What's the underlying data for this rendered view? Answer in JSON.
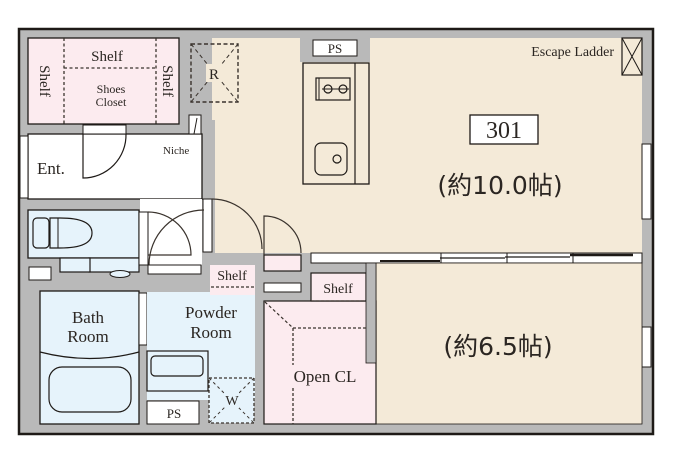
{
  "floor_plan": {
    "unit_number": "301",
    "colors": {
      "wall": "#b9b9b9",
      "outline": "#1e1a17",
      "living_floor": "#f4ead8",
      "storage_pink": "#fcebef",
      "wet_blue": "#e6f3fb",
      "entrance_white": "#ffffff"
    },
    "rooms": {
      "main_room": {
        "label": "(約10.0帖)",
        "area_jo": 10.0
      },
      "second_room": {
        "label": "(約6.5帖)",
        "area_jo": 6.5
      },
      "entrance": {
        "label": "Ent."
      },
      "bath": {
        "line1": "Bath",
        "line2": "Room"
      },
      "powder": {
        "line1": "Powder",
        "line2": "Room"
      },
      "open_closet": {
        "label": "Open CL"
      },
      "shoes_closet": {
        "line1": "Shoes",
        "line2": "Closet"
      }
    },
    "labels": {
      "shelf_top": "Shelf",
      "shelf_left": "Shelf",
      "shelf_right": "Shelf",
      "shelf_powder": "Shelf",
      "shelf_closet": "Shelf",
      "niche": "Niche",
      "refrigerator": "R",
      "washer": "W",
      "ps_top": "PS",
      "ps_bottom": "PS",
      "escape_ladder": "Escape Ladder"
    }
  }
}
